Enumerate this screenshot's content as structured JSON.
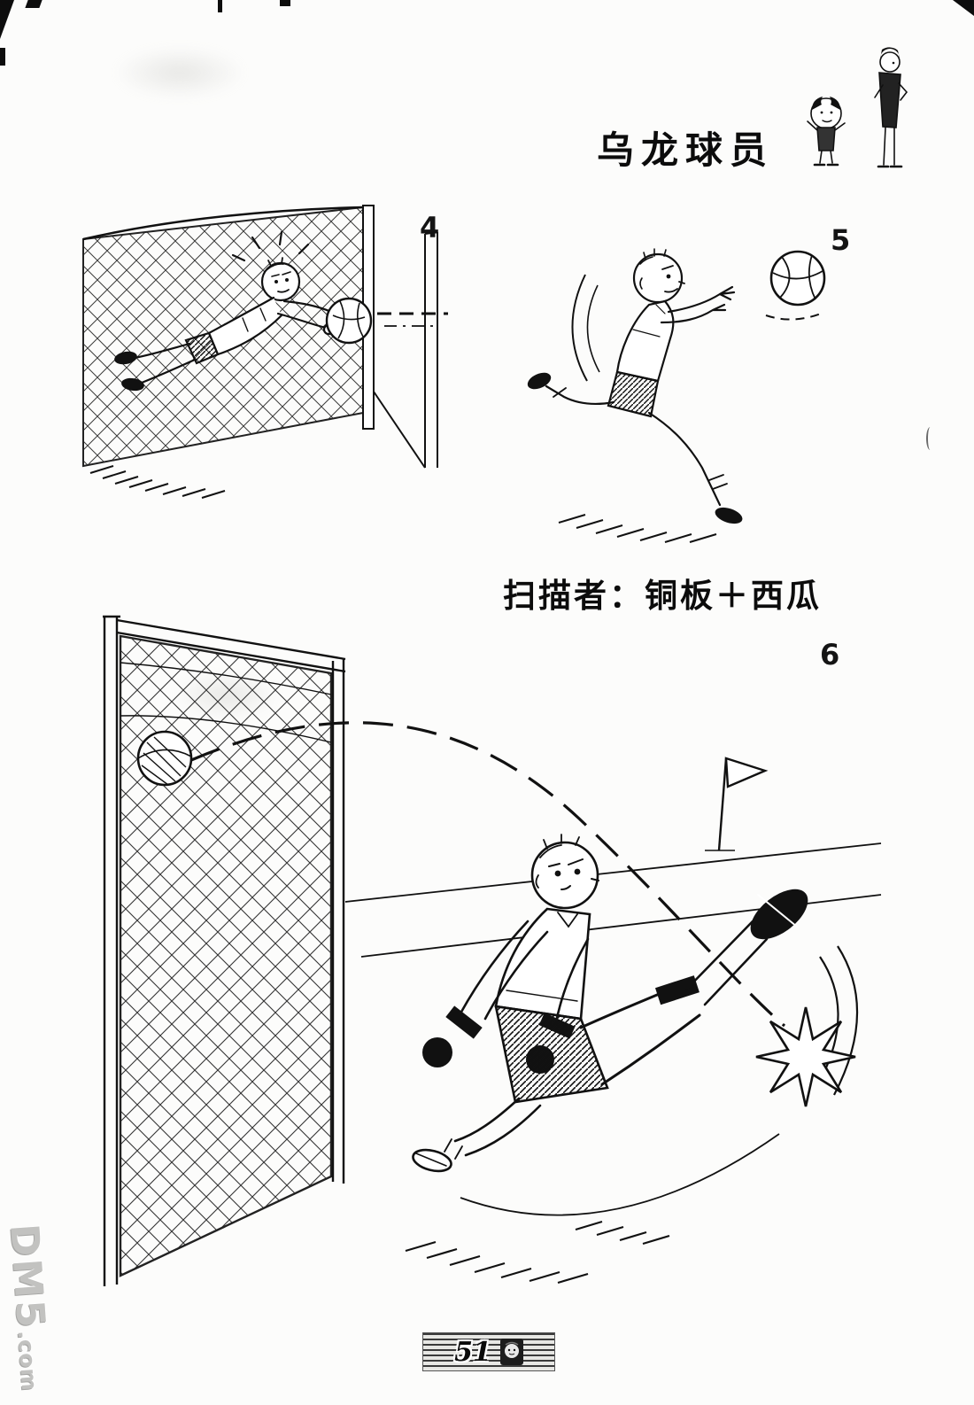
{
  "page": {
    "title": "乌龙球员",
    "scanner_credit": "扫描者：铜板＋西瓜",
    "page_number": "51",
    "watermark": {
      "main": "DM5",
      "suffix": ".com"
    },
    "panels": [
      {
        "number": "4",
        "scene": "goalkeeper-diving-to-catch-ball-in-goal"
      },
      {
        "number": "5",
        "scene": "player-running-after-ball"
      },
      {
        "number": "6",
        "scene": "player-kicking-ball-into-own-net"
      }
    ],
    "colors": {
      "ink": "#111111",
      "paper": "#fcfcfb",
      "watermark": "#c2c2c0"
    }
  }
}
